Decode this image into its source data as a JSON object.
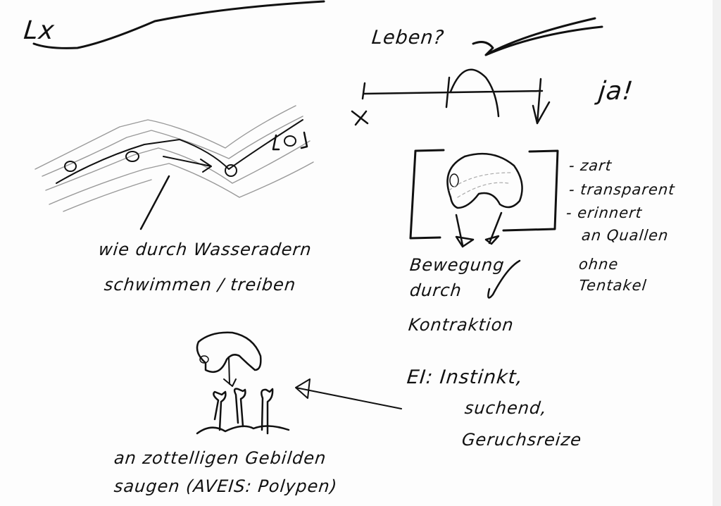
{
  "header": {
    "mark": "Lx",
    "question": "Leben?",
    "answer": "ja!"
  },
  "left_note": {
    "line1": "wie durch Wasseradern",
    "line2": "schwimmen / treiben"
  },
  "creature_traits": [
    "- zart",
    "- transparent",
    "- erinnert",
    "an Quallen",
    "ohne",
    "Tentakel"
  ],
  "movement": {
    "line1": "Bewegung",
    "line2": "durch",
    "line3": "Kontraktion"
  },
  "egg_note": {
    "line1": "EI:  Instinkt,",
    "line2": "suchend,",
    "line3": "Geruchsreize"
  },
  "feeding": {
    "line1": "an zottelligen Gebilden",
    "line2": "saugen (AVEIS: Polypen)"
  },
  "ink_color": "#111111"
}
